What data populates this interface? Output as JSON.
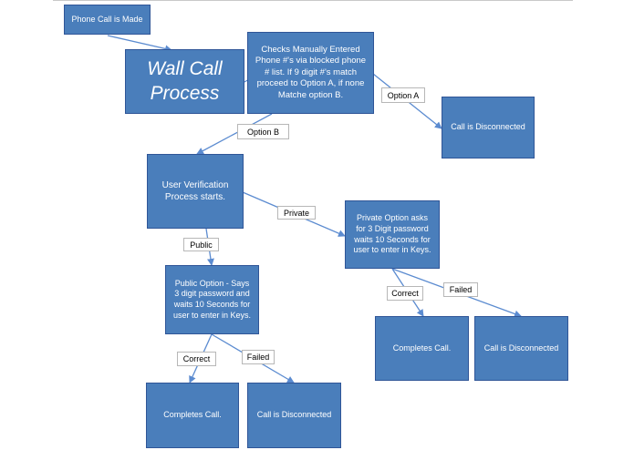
{
  "nodes": {
    "phone_call": "Phone Call is Made",
    "title": "Wall Call Process",
    "check": "Checks Manually Entered Phone #'s via blocked phone # list. If 9 digit #'s match proceed to Option A, if none Matche option B.",
    "disconnect_a": "Call is Disconnected",
    "user_verification": "User Verification Process starts.",
    "private_option": "Private Option asks for 3 Digit password waits 10 Seconds for user to enter in Keys.",
    "public_option": "Public Option - Says 3 digit password and waits 10 Seconds for user to enter in Keys.",
    "complete_private": "Completes Call.",
    "disconnect_private": "Call is Disconnected",
    "complete_public": "Completes Call.",
    "disconnect_public": "Call is Disconnected"
  },
  "edge_labels": {
    "option_a": "Option A",
    "option_b": "Option B",
    "private": "Private",
    "public": "Public",
    "private_correct": "Correct",
    "private_failed": "Failed",
    "public_correct": "Correct",
    "public_failed": "Failed"
  },
  "colors": {
    "box_fill": "#4a7ebb",
    "box_border": "#2f5597",
    "connector": "#5b8bd0",
    "label_border": "#b7b7b7"
  }
}
